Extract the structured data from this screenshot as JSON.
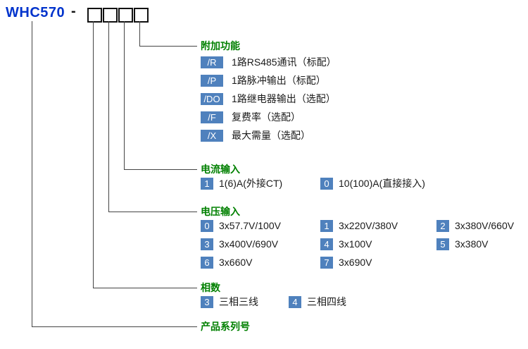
{
  "model": {
    "series": "WHC570",
    "dash": "-",
    "digit_box_count": 4
  },
  "colors": {
    "series-blue": "#0033cc",
    "heading-green": "#008000",
    "badge-blue": "#4f81bd",
    "line-gray": "#444444"
  },
  "sections": {
    "additional": {
      "title": "附加功能",
      "items": [
        {
          "code": "/R",
          "desc": "1路RS485通讯（标配）"
        },
        {
          "code": "/P",
          "desc": "1路脉冲输出（标配）"
        },
        {
          "code": "/DO",
          "desc": "1路继电器输出（选配）"
        },
        {
          "code": "/F",
          "desc": "复费率（选配）"
        },
        {
          "code": "/X",
          "desc": "最大需量（选配）"
        }
      ]
    },
    "current": {
      "title": "电流输入",
      "items": [
        {
          "code": "1",
          "desc": "1(6)A(外接CT)"
        },
        {
          "code": "0",
          "desc": "10(100)A(直接接入)"
        }
      ]
    },
    "voltage": {
      "title": "电压输入",
      "items": [
        {
          "code": "0",
          "desc": "3x57.7V/100V"
        },
        {
          "code": "1",
          "desc": "3x220V/380V"
        },
        {
          "code": "2",
          "desc": "3x380V/660V"
        },
        {
          "code": "3",
          "desc": "3x400V/690V"
        },
        {
          "code": "4",
          "desc": "3x100V"
        },
        {
          "code": "5",
          "desc": "3x380V"
        },
        {
          "code": "6",
          "desc": "3x660V"
        },
        {
          "code": "7",
          "desc": "3x690V"
        }
      ]
    },
    "phase": {
      "title": "相数",
      "items": [
        {
          "code": "3",
          "desc": "三相三线"
        },
        {
          "code": "4",
          "desc": "三相四线"
        }
      ]
    },
    "series_label": {
      "title": "产品系列号"
    }
  }
}
